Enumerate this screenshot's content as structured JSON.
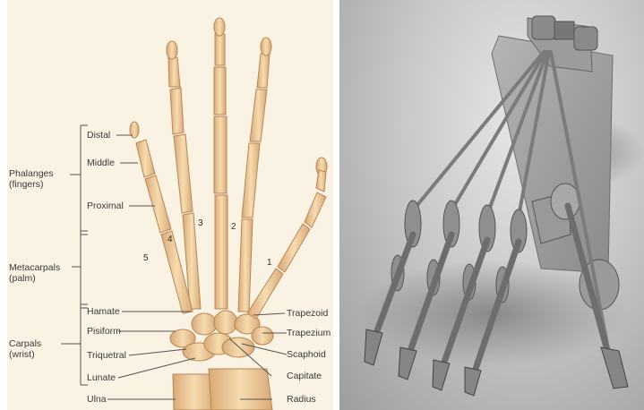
{
  "anatomy": {
    "groups": {
      "phalanges": "Phalanges\n(fingers)",
      "metacarpals": "Metacarpals\n(palm)",
      "carpals": "Carpals\n(wrist)"
    },
    "left_labels": {
      "distal": "Distal",
      "middle": "Middle",
      "proximal": "Proximal",
      "hamate": "Hamate",
      "pisiform": "Pisiform",
      "triquetral": "Triquetral",
      "lunate": "Lunate",
      "ulna": "Ulna"
    },
    "right_labels": {
      "trapezoid": "Trapezoid",
      "trapezium": "Trapezium",
      "scaphoid": "Scaphoid",
      "capitate": "Capitate",
      "radius": "Radius"
    },
    "digit_numbers": [
      "1",
      "2",
      "3",
      "4",
      "5"
    ]
  },
  "colors": {
    "bone": "#f1d3a4",
    "bone_shadow": "#d9a977",
    "label_line": "#555555",
    "model_grey": "#8c8c8c"
  }
}
